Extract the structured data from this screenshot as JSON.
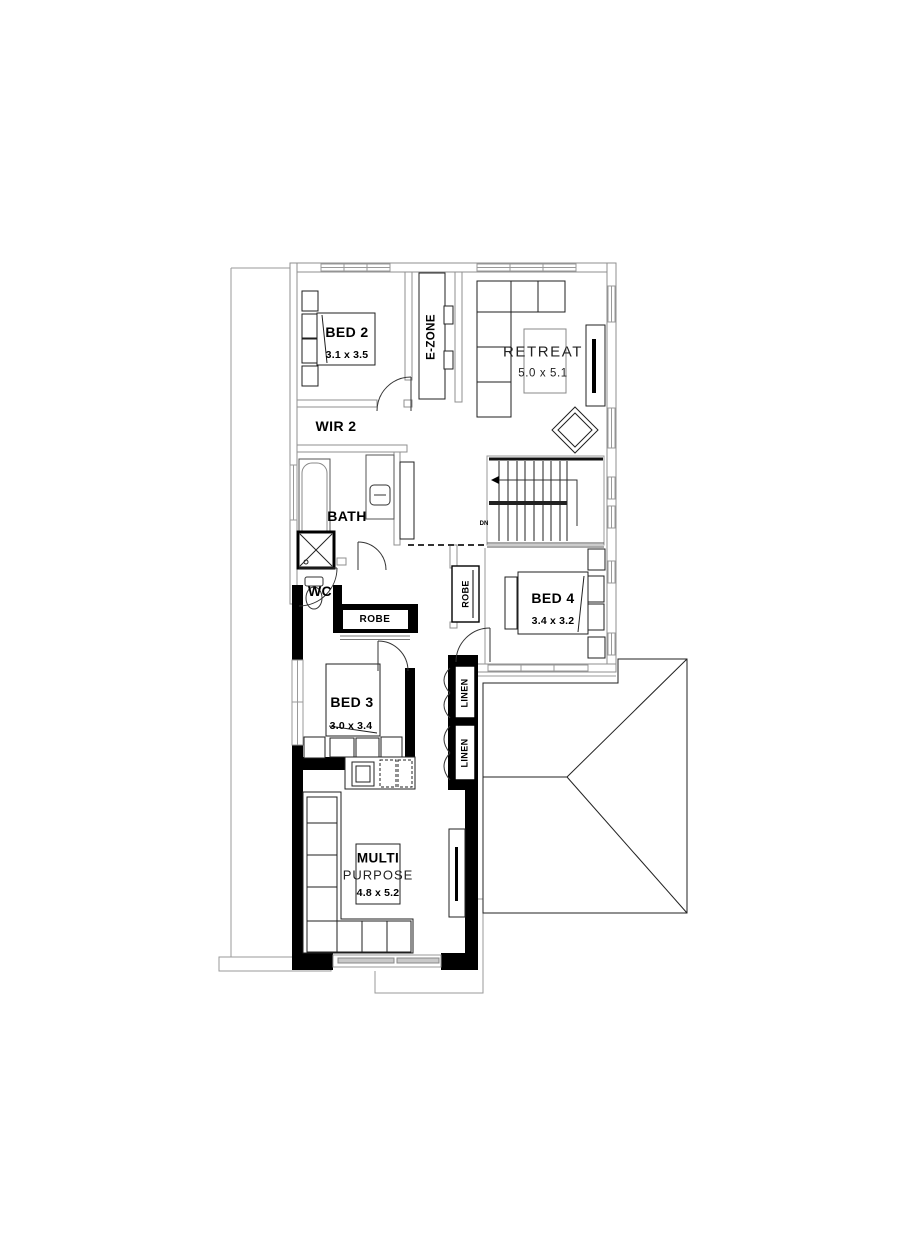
{
  "rooms": {
    "bed2": {
      "name": "BED 2",
      "dims": "3.1 x 3.5"
    },
    "ezone": {
      "name": "E-ZONE"
    },
    "retreat": {
      "name": "RETREAT",
      "dims": "5.0 x 5.1"
    },
    "wir2": {
      "name": "WIR 2"
    },
    "bath": {
      "name": "BATH"
    },
    "wc": {
      "name": "WC"
    },
    "robe_bed3": {
      "name": "ROBE"
    },
    "robe_bed4": {
      "name": "ROBE"
    },
    "bed4": {
      "name": "BED 4",
      "dims": "3.4 x 3.2"
    },
    "bed3": {
      "name": "BED 3",
      "dims": "3.0 x 3.4"
    },
    "linen_upper": {
      "name": "LINEN"
    },
    "linen_lower": {
      "name": "LINEN"
    },
    "multi": {
      "name_line1": "MULTI",
      "name_line2": "PURPOSE",
      "dims": "4.8 x 5.2"
    },
    "stairs": {
      "down_label": "DN"
    }
  },
  "colors": {
    "wall_black": "#000000",
    "linework_gray": "#8f8f8f",
    "furniture_ink": "#1f1f1f",
    "glazing_gray": "#c9c9c9",
    "paper": "#ffffff",
    "text": "#000000"
  }
}
